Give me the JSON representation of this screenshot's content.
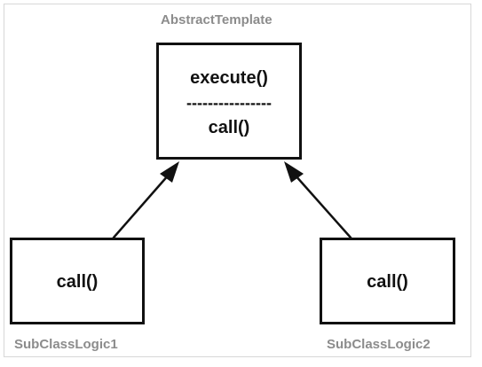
{
  "diagram": {
    "parent": {
      "title": "AbstractTemplate",
      "method_top": "execute()",
      "separator": "----------------",
      "method_bottom": "call()"
    },
    "left_child": {
      "method": "call()",
      "title": "SubClassLogic1"
    },
    "right_child": {
      "method": "call()",
      "title": "SubClassLogic2"
    },
    "colors": {
      "line": "#111111",
      "caption": "#8c8c8c",
      "frame": "#d7d7d7"
    }
  }
}
